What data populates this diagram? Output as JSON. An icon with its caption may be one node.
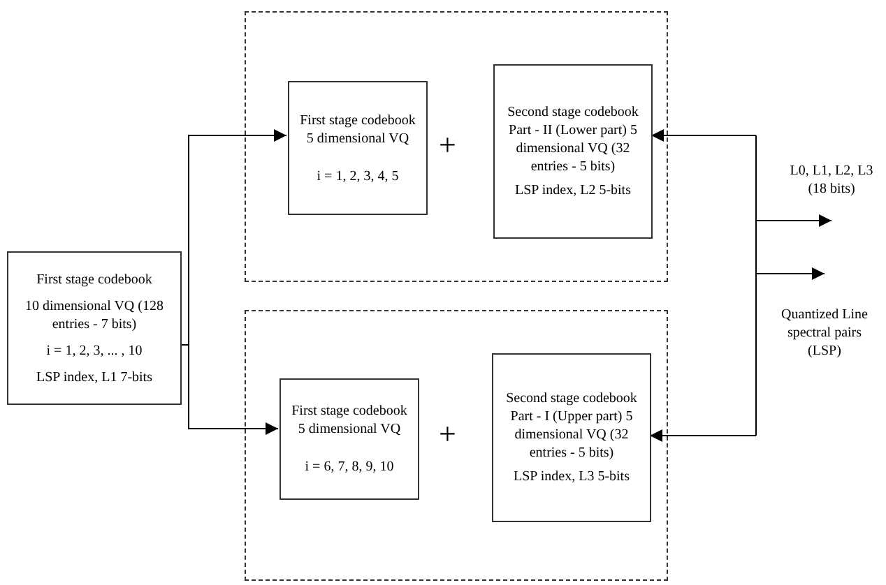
{
  "diagram": {
    "nodes": [
      {
        "text": [
          "First stage codebook",
          "10 dimensional VQ (128 entries - 7 bits)",
          "i = 1, 2, 3, ... , 10",
          "LSP index, L1 7-bits"
        ]
      },
      {
        "text": [],
        "shape": "box"
      },
      {
        "text": [
          "First stage codebook 5 dimensional VQ",
          "i = 1, 2, 3, 4, 5"
        ],
        "in": 1
      },
      {
        "text": [
          "Second stage codebook Part - II (Lower part) 5 dimensional VQ (32 entries - 5 bits)",
          "LSP index, L2 5-bits"
        ],
        "in": 1
      },
      {
        "text": [],
        "shape": "box"
      },
      {
        "text": [
          "First stage codebook 5 dimensional VQ",
          "i = 6, 7, 8, 9, 10"
        ],
        "in": 4
      },
      {
        "text": [
          "Second stage codebook Part - I (Upper part) 5 dimensional VQ (32 entries - 5 bits)",
          "LSP index, L3 5-bits"
        ],
        "in": 4
      },
      {
        "text": [
          "L0, L1, L2, L3 (18 bits)"
        ]
      },
      {
        "text": [
          "Quantized Line spectral pairs (LSP)"
        ]
      }
    ],
    "edges": [
      {
        "from": 0,
        "to": 2,
        "arrow": "to"
      },
      {
        "from": 0,
        "to": 5,
        "arrow": "to"
      },
      {
        "from": null,
        "to": 3,
        "arrow": "to"
      },
      {
        "from": null,
        "to": 6,
        "arrow": "to"
      },
      {
        "from": null,
        "to": 7,
        "arrow": "to"
      },
      {
        "from": null,
        "to": 8,
        "arrow": "to"
      }
    ],
    "labels": [
      "+",
      "+"
    ]
  }
}
